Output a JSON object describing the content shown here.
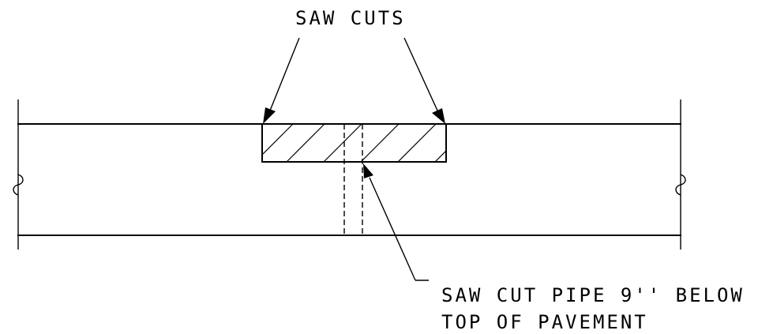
{
  "labels": {
    "saw_cuts": "SAW CUTS",
    "pipe_note_line1": "SAW CUT PIPE 9'' BELOW",
    "pipe_note_line2": "TOP OF PAVEMENT"
  }
}
